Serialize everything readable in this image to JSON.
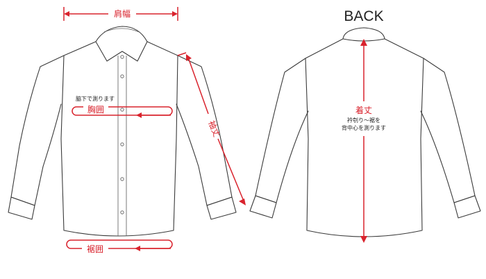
{
  "labels": {
    "back_title": "BACK",
    "shoulder_width": "肩幅",
    "chest_note": "脇下で測ります",
    "chest_width": "胸囲",
    "sleeve_length": "袖丈",
    "hem_width": "裾囲",
    "body_length": "着丈",
    "body_length_note_1": "衿刳り〜裾を",
    "body_length_note_2": "背中心を測ります"
  },
  "colors": {
    "measure_red": "#d9232d",
    "outline": "#3a3a3a"
  }
}
